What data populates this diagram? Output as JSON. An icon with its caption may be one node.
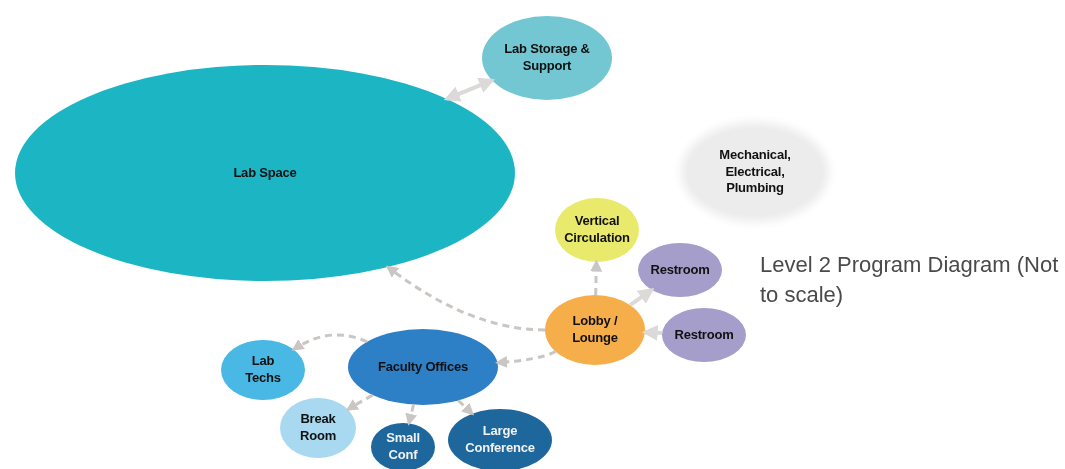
{
  "diagram": {
    "caption": "Level 2 Program Diagram (Not to scale)",
    "nodes": [
      {
        "text": [
          "Lab Space"
        ]
      },
      {
        "text": [
          "Lab Storage & Support"
        ]
      },
      {
        "text": [
          "Mechanical, Electrical, Plumbing"
        ]
      },
      {
        "text": [
          "Vertical Circulation"
        ]
      },
      {
        "text": [
          "Restroom"
        ]
      },
      {
        "text": [
          "Lobby / Lounge"
        ]
      },
      {
        "text": [
          "Restroom"
        ]
      },
      {
        "text": [
          "Faculty Offices"
        ]
      },
      {
        "text": [
          "Lab Techs"
        ]
      },
      {
        "text": [
          "Break Room"
        ]
      },
      {
        "text": [
          "Small Conf"
        ]
      },
      {
        "text": [
          "Large Conference"
        ]
      }
    ],
    "edges": [
      {
        "from": 1,
        "to": 0,
        "arrow": "both"
      },
      {
        "from": 5,
        "to": 0,
        "arrow": "to",
        "style": "dashed"
      },
      {
        "from": 5,
        "to": 3,
        "arrow": "to",
        "style": "dashed"
      },
      {
        "from": 5,
        "to": 4,
        "arrow": "to"
      },
      {
        "from": 6,
        "to": 5,
        "arrow": "to"
      },
      {
        "from": 5,
        "to": 7,
        "arrow": "to",
        "style": "dashed"
      },
      {
        "from": 7,
        "to": 8,
        "arrow": "to",
        "style": "dashed"
      },
      {
        "from": 7,
        "to": 9,
        "arrow": "to",
        "style": "dashed"
      },
      {
        "from": 7,
        "to": 10,
        "arrow": "to",
        "style": "dashed"
      },
      {
        "from": 7,
        "to": 11,
        "arrow": "to",
        "style": "dashed"
      }
    ]
  }
}
